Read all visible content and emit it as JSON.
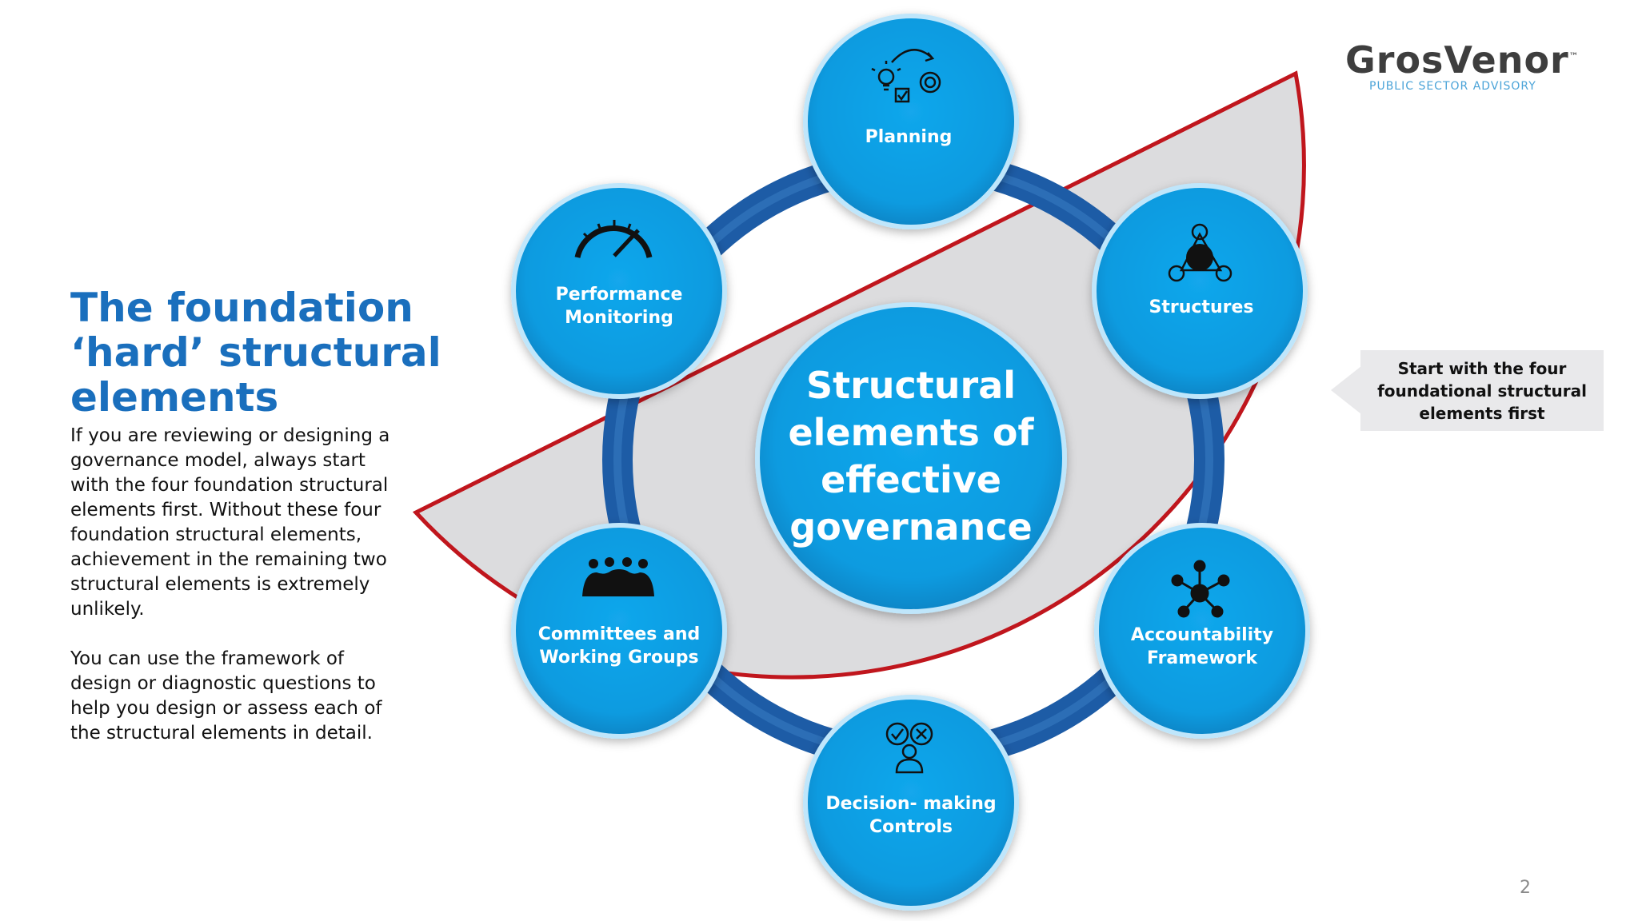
{
  "left": {
    "title_lines": [
      "The foundation",
      "‘hard’ structural",
      "elements"
    ],
    "paragraph1": "If you are reviewing or designing a governance model, always start with the four foundation structural elements first. Without these four foundation structural elements, achievement in the remaining two structural elements is extremely unlikely.",
    "paragraph2": "You can use the framework of design or diagnostic questions to help you design or assess each of the structural elements in detail."
  },
  "diagram": {
    "center_lines": [
      "Structural",
      "elements of",
      "effective",
      "governance"
    ],
    "nodes": [
      {
        "id": "planning",
        "lines": [
          "Planning"
        ],
        "icon": "planning-icon"
      },
      {
        "id": "structures",
        "lines": [
          "Structures"
        ],
        "icon": "structures-icon"
      },
      {
        "id": "accountability",
        "lines": [
          "Accountability",
          "Framework"
        ],
        "icon": "network-icon"
      },
      {
        "id": "decision",
        "lines": [
          "Decision- making",
          "Controls"
        ],
        "icon": "decision-icon"
      },
      {
        "id": "committees",
        "lines": [
          "Committees and",
          "Working Groups"
        ],
        "icon": "group-icon"
      },
      {
        "id": "performance",
        "lines": [
          "Performance",
          "Monitoring"
        ],
        "icon": "speedometer-icon"
      }
    ]
  },
  "callout": {
    "text": "Start with the four foundational structural elements first"
  },
  "logo": {
    "word": "GrosVenor",
    "tm": "™",
    "sub": "PUBLIC SECTOR ADVISORY"
  },
  "page_number": "2",
  "colors": {
    "title_blue": "#1a6fbd",
    "node_blue": "#0d9fe4",
    "ring_blue": "#1d5ca6",
    "sector_red": "#c0161d",
    "sector_fill": "#dcdcde"
  }
}
